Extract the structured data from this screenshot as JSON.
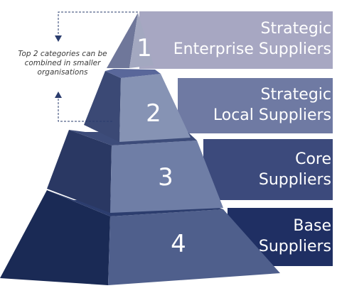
{
  "note": {
    "lines": [
      "Top 2 categories can be",
      "combined in smaller",
      "organisations"
    ]
  },
  "tiers": [
    {
      "number": "1",
      "line1": "Strategic",
      "line2": "Enterprise Suppliers"
    },
    {
      "number": "2",
      "line1": "Strategic",
      "line2": "Local Suppliers"
    },
    {
      "number": "3",
      "line1": "Core",
      "line2": "Suppliers"
    },
    {
      "number": "4",
      "line1": "Base",
      "line2": "Suppliers"
    }
  ],
  "colors": {
    "band1": "#a7a7c2",
    "band2": "#6f7aa3",
    "band3": "#3c4a7c",
    "band4": "#1f2f63",
    "pyramid_light": "#8d99b8",
    "pyramid_dark": "#1a2950",
    "arrow": "#2a3c6d"
  }
}
